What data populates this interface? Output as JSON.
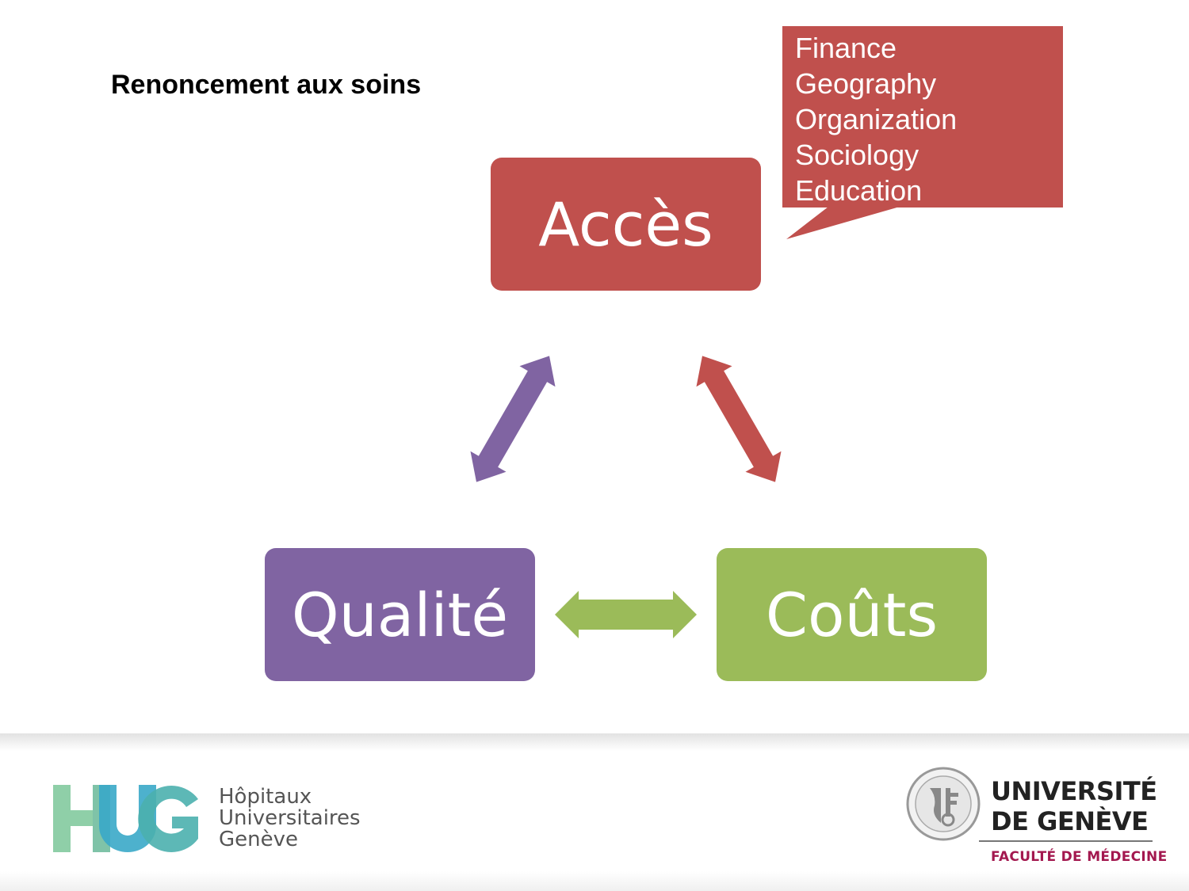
{
  "slide": {
    "title": "Renoncement aux soins"
  },
  "diagram": {
    "nodes": [
      {
        "id": "acces",
        "label": "Accès",
        "color": "#c0504d"
      },
      {
        "id": "qualite",
        "label": "Qualité",
        "color": "#8064a2"
      },
      {
        "id": "couts",
        "label": "Coûts",
        "color": "#9bbb59"
      }
    ],
    "edges": [
      {
        "from": "qualite",
        "to": "acces",
        "type": "double-arrow",
        "color": "#8064a2"
      },
      {
        "from": "acces",
        "to": "couts",
        "type": "double-arrow",
        "color": "#c0504d"
      },
      {
        "from": "qualite",
        "to": "couts",
        "type": "double-arrow",
        "color": "#9bbb59"
      }
    ],
    "callout": {
      "attached_to": "acces",
      "color": "#c0504d",
      "items": [
        "Finance",
        "Geography",
        "Organization",
        "Sociology",
        "Education"
      ]
    }
  },
  "footer": {
    "left_logo": {
      "abbr": "HUG",
      "lines": [
        "Hôpitaux",
        "Universitaires",
        "Genève"
      ]
    },
    "right_logo": {
      "name_lines": [
        "UNIVERSITÉ",
        "DE GENÈVE"
      ],
      "faculty": "FACULTÉ DE MÉDECINE",
      "faculty_color": "#a3184f"
    }
  }
}
